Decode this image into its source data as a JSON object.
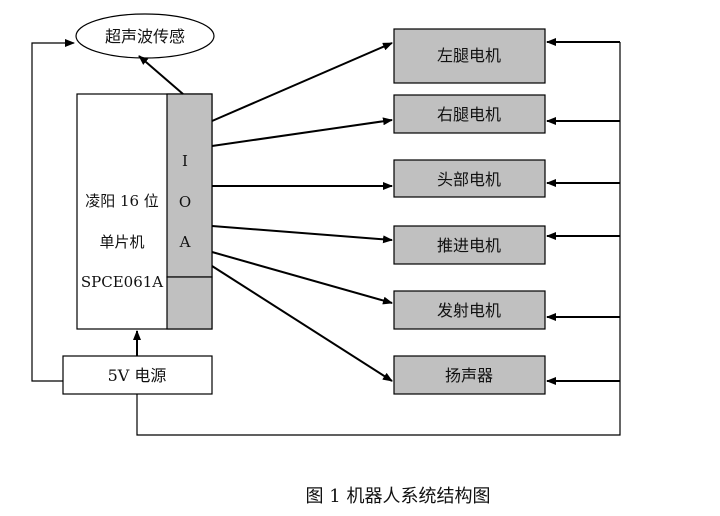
{
  "sensor": {
    "label": "超声波传感"
  },
  "mcu": {
    "line1": "凌阳 16 位",
    "line2": "单片机",
    "line3": "SPCE061A",
    "ioa_letters": [
      "I",
      "O",
      "A"
    ]
  },
  "power": {
    "label": "5V 电源"
  },
  "outputs": [
    {
      "label": "左腿电机"
    },
    {
      "label": "右腿电机"
    },
    {
      "label": "头部电机"
    },
    {
      "label": "推进电机"
    },
    {
      "label": "发射电机"
    },
    {
      "label": "扬声器"
    }
  ],
  "caption": "图 1 机器人系统结构图",
  "colors": {
    "box_fill": "#c0c0c0",
    "line": "#000000",
    "background": "#ffffff"
  }
}
